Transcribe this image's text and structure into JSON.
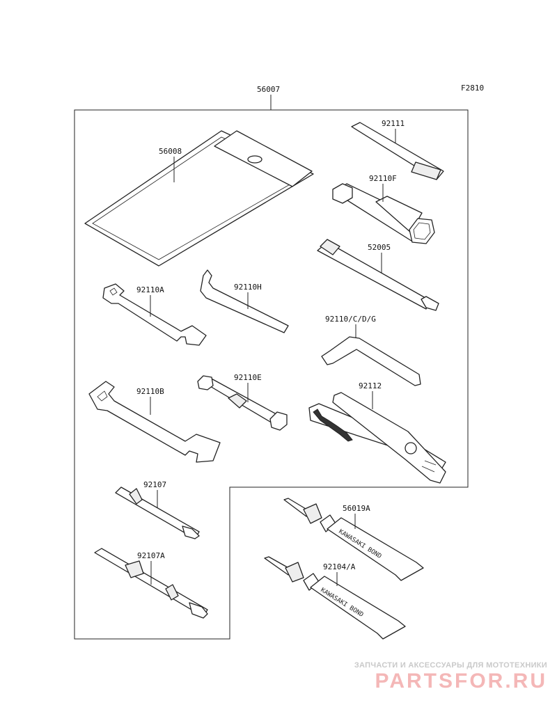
{
  "figure_code": "F2810",
  "parts": {
    "kit": "56007",
    "case": "56008",
    "handle": "92111",
    "box_wrench": "92110F",
    "plug_wrench": "52005",
    "wrench_a": "92110A",
    "hook_wrench": "92110H",
    "hex_keys": "92110/C/D/G",
    "wrench_b": "92110B",
    "socket_wrench": "92110E",
    "pliers": "92112",
    "screwdriver": "92107",
    "screwdriver_a": "92107A",
    "bond_1": "56019A",
    "bond_2": "92104/A"
  },
  "tube_text": "KAWASAKI BOND",
  "watermark": {
    "tagline": "ЗАПЧАСТИ И АКСЕССУАРЫ ДЛЯ МОТОТЕХНИКИ",
    "logo": "PARTSFOR.RU"
  }
}
